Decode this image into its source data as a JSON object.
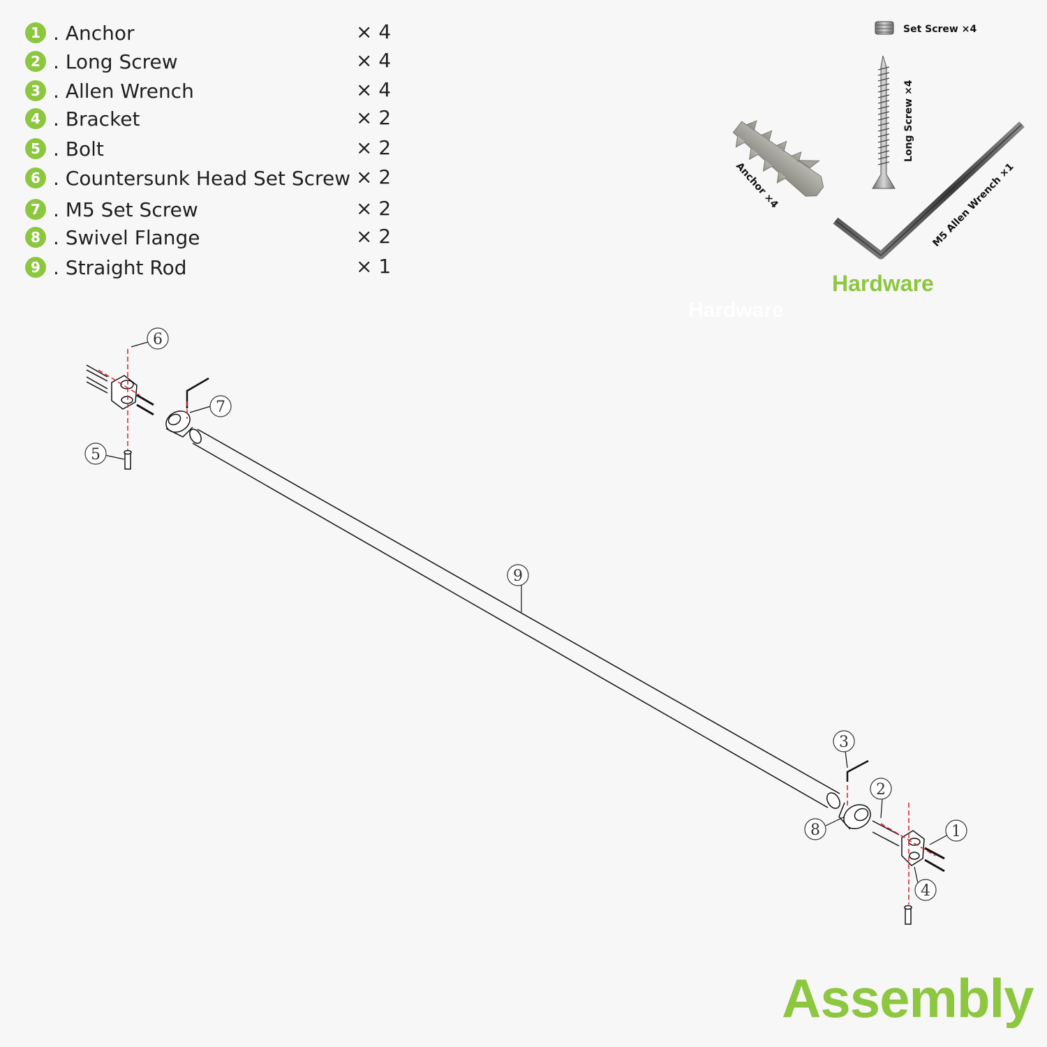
{
  "parts": [
    {
      "num": "1",
      "name": ". Anchor",
      "qty": "× 4"
    },
    {
      "num": "2",
      "name": ". Long Screw",
      "qty": "× 4"
    },
    {
      "num": "3",
      "name": ". Allen Wrench",
      "qty": "× 4"
    },
    {
      "num": "4",
      "name": ". Bracket",
      "qty": "× 2"
    },
    {
      "num": "5",
      "name": ". Bolt",
      "qty": "× 2"
    },
    {
      "num": "6",
      "name": ". Countersunk Head Set Screw",
      "qty": "× 2"
    },
    {
      "num": "7",
      "name": ". M5 Set Screw",
      "qty": "× 2"
    },
    {
      "num": "8",
      "name": ". Swivel Flange",
      "qty": "× 2"
    },
    {
      "num": "9",
      "name": ". Straight Rod",
      "qty": "× 1"
    }
  ],
  "hardware": {
    "title": "Hardware",
    "watermark": "Hardware",
    "set_screw_label": "Set Screw ×4",
    "long_screw_label": "Long Screw ×4",
    "anchor_label": "Anchor ×4",
    "wrench_label": "M5 Allen Wrench ×1"
  },
  "assembly": {
    "title": "Assembly",
    "callouts": [
      "1",
      "2",
      "3",
      "4",
      "5",
      "6",
      "7",
      "8",
      "9"
    ]
  },
  "colors": {
    "accent": "#8dc63f",
    "line": "#111111",
    "axis_dash": "#e0282e"
  }
}
